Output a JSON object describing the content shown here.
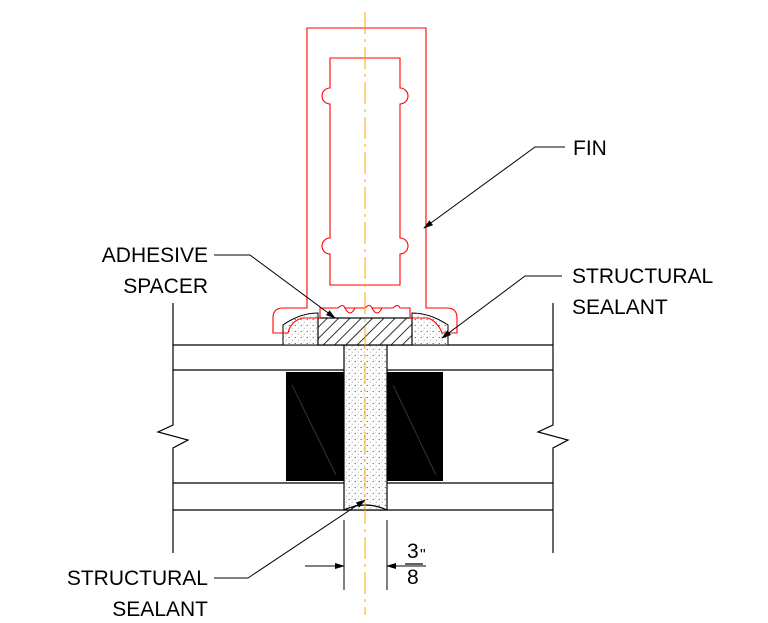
{
  "labels": {
    "fin": "FIN",
    "adhesive_spacer_line1": "ADHESIVE",
    "adhesive_spacer_line2": "SPACER",
    "structural_sealant_top_line1": "STRUCTURAL",
    "structural_sealant_top_line2": "SEALANT",
    "structural_sealant_bottom_line1": "STRUCTURAL",
    "structural_sealant_bottom_line2": "SEALANT"
  },
  "dimension": {
    "numerator": "3",
    "denominator": "8",
    "unit": "\""
  },
  "colors": {
    "fin_outline": "#ff0000",
    "centerline": "#ffa500",
    "glass_lines": "#000000",
    "spacer_block": "#000000",
    "sealant_stipple": "#555555"
  }
}
